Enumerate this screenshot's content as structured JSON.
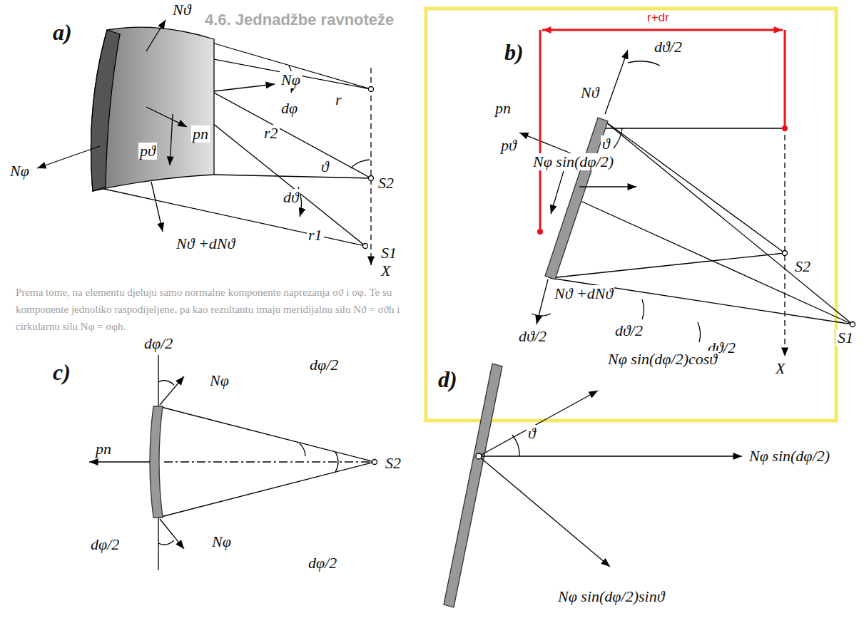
{
  "diagram": {
    "labels": [
      "4.6. Jednadžbe ravnoteže",
      "a)",
      "Nϑ",
      "Nφ",
      "dφ",
      "r",
      "pϑ",
      "pn",
      "r2",
      "ϑ",
      "S2",
      "dϑ",
      "Nφ",
      "r1",
      "S1",
      "Nϑ +dNϑ",
      "X",
      "r+dr",
      "b)",
      "dϑ/2",
      "Nϑ",
      "pn",
      "ϑ",
      "pϑ",
      "Nφ sin(dφ/2)",
      "S2",
      "Nϑ +dNϑ",
      "dϑ/2",
      "dϑ/2",
      "dϑ/2",
      "S1",
      "X",
      "c)",
      "dφ/2",
      "Nφ",
      "dφ/2",
      "pn",
      "S2",
      "dφ/2",
      "Nφ",
      "dφ/2",
      "d)",
      "Nφ sin(dφ/2)cosϑ",
      "ϑ",
      "Nφ sin(dφ/2)",
      "Nφ sin(dφ/2)sinϑ",
      "Prema tome, na elementu djeluju samo normalne komponente naprezanja σϑ i σφ. Te su komponente jednoliko raspodijeljene, pa kao rezultantu imaju meridijalnu silu Nϑ = σϑh i cirkularnu silu Nφ = σφh."
    ]
  }
}
